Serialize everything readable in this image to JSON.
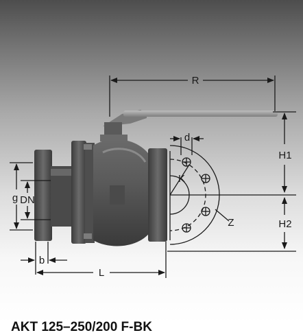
{
  "caption": "AKT 125–250/200 F-BK",
  "labels": {
    "R": "R",
    "H1": "H1",
    "H2": "H2",
    "d": "d",
    "K": "K",
    "Z": "Z",
    "g": "g",
    "DN": "DN",
    "b": "b",
    "L": "L"
  },
  "colors": {
    "background_top": "#4a4a4a",
    "background_bottom": "#ffffff",
    "valve_body": "#575757",
    "valve_dark": "#2e2e2e",
    "valve_light": "#8a8a8a",
    "handle": "#9a9a9a",
    "line": "#1a1a1a"
  }
}
